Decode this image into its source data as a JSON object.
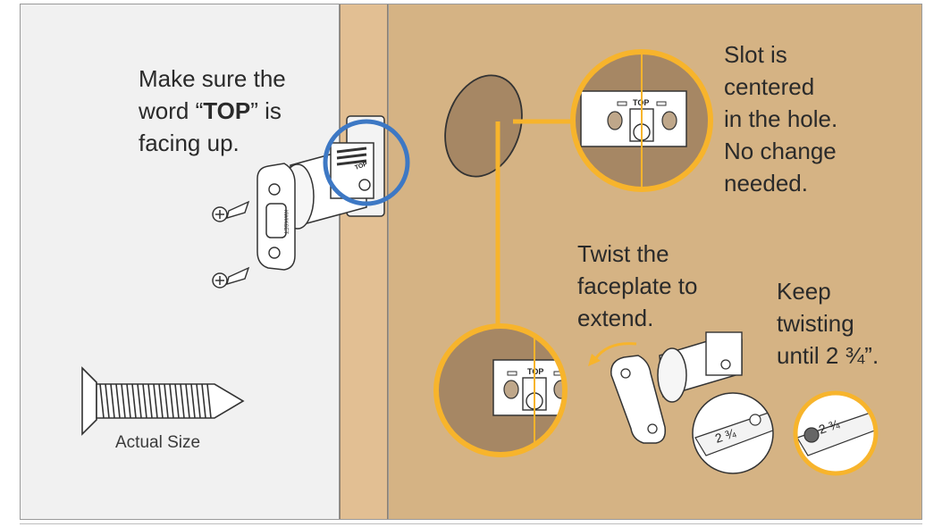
{
  "instruction_top_prefix": "Make sure the\nword “",
  "instruction_top_word": "TOP",
  "instruction_top_suffix": "” is\nfacing up.",
  "slot_note": "Slot is\ncentered\nin the hole.\nNo change\nneeded.",
  "twist_note": "Twist the\nfaceplate to\nextend.",
  "keep_note": "Keep\ntwisting\nuntil 2 ¾”.",
  "screw_caption": "Actual Size",
  "latch_label": "TOP",
  "backset_label": "2 ¾",
  "colors": {
    "wall": "#f1f1f1",
    "door_edge": "#e2bf93",
    "door_face": "#d5b384",
    "hole": "#a68764",
    "callout_orange": "#f7b42c",
    "highlight_blue": "#3d78c4"
  }
}
